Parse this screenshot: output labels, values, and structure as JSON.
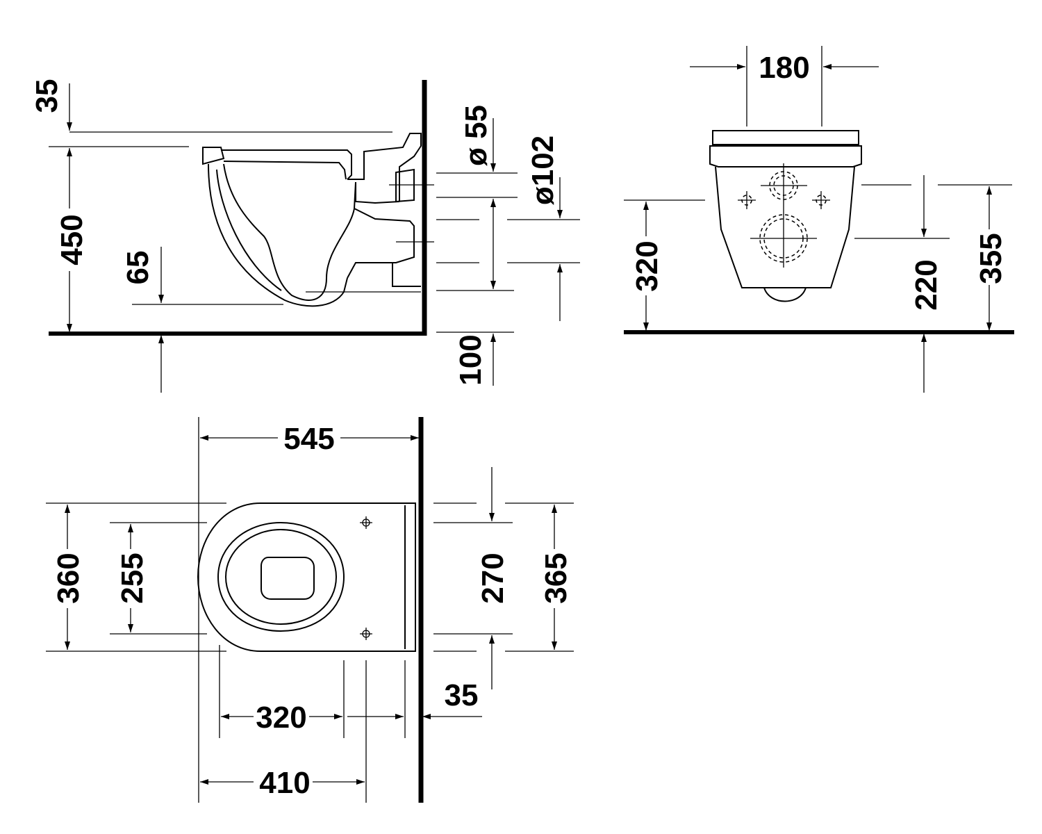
{
  "side_view": {
    "dims": {
      "top_offset": "35",
      "height": "450",
      "inner_depth": "65",
      "small_pipe": "ø 55",
      "large_pipe": "ø102",
      "bottom_offset": "100"
    }
  },
  "front_view": {
    "dims": {
      "bracket_spacing": "180",
      "bolt_height": "320",
      "outlet_height": "220",
      "total_height": "355"
    }
  },
  "plan_view": {
    "dims": {
      "length": "545",
      "width": "360",
      "seat_width": "255",
      "hole_spacing": "270",
      "wall_width": "365",
      "projection": "320",
      "overall": "410",
      "wall_offset": "35"
    }
  }
}
